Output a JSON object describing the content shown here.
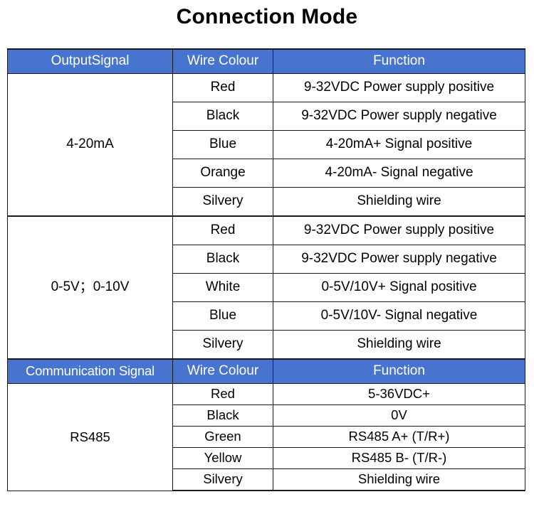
{
  "title": "Connection Mode",
  "headers": {
    "output_signal": "OutputSignal",
    "wire_colour": "Wire Colour",
    "function": "Function",
    "communication_signal": "Communication Signal"
  },
  "colors": {
    "header_blue": "#4774CE",
    "header_text": "#FFFFFF",
    "border": "#1A1A1A",
    "cell_bg": "#FFFFFF",
    "text": "#000000"
  },
  "blocks": [
    {
      "signal": "4-20mA",
      "rows": [
        {
          "colour": "Red",
          "function": "9-32VDC  Power supply positive"
        },
        {
          "colour": "Black",
          "function": "9-32VDC  Power supply negative"
        },
        {
          "colour": "Blue",
          "function": "4-20mA+ Signal positive"
        },
        {
          "colour": "Orange",
          "function": "4-20mA- Signal negative"
        },
        {
          "colour": "Silvery",
          "function": "Shielding wire"
        }
      ]
    },
    {
      "signal": "0-5V；0-10V",
      "rows": [
        {
          "colour": "Red",
          "function": "9-32VDC Power supply positive"
        },
        {
          "colour": "Black",
          "function": "9-32VDC Power supply negative"
        },
        {
          "colour": "White",
          "function": "0-5V/10V+ Signal positive"
        },
        {
          "colour": "Blue",
          "function": "0-5V/10V- Signal negative"
        },
        {
          "colour": "Silvery",
          "function": "Shielding wire"
        }
      ]
    },
    {
      "signal": "RS485",
      "rows": [
        {
          "colour": "Red",
          "function": "5-36VDC+"
        },
        {
          "colour": "Black",
          "function": "0V"
        },
        {
          "colour": "Green",
          "function": "RS485 A+ (T/R+)"
        },
        {
          "colour": "Yellow",
          "function": "RS485 B- (T/R-)"
        },
        {
          "colour": "Silvery",
          "function": "Shielding wire"
        }
      ]
    }
  ]
}
